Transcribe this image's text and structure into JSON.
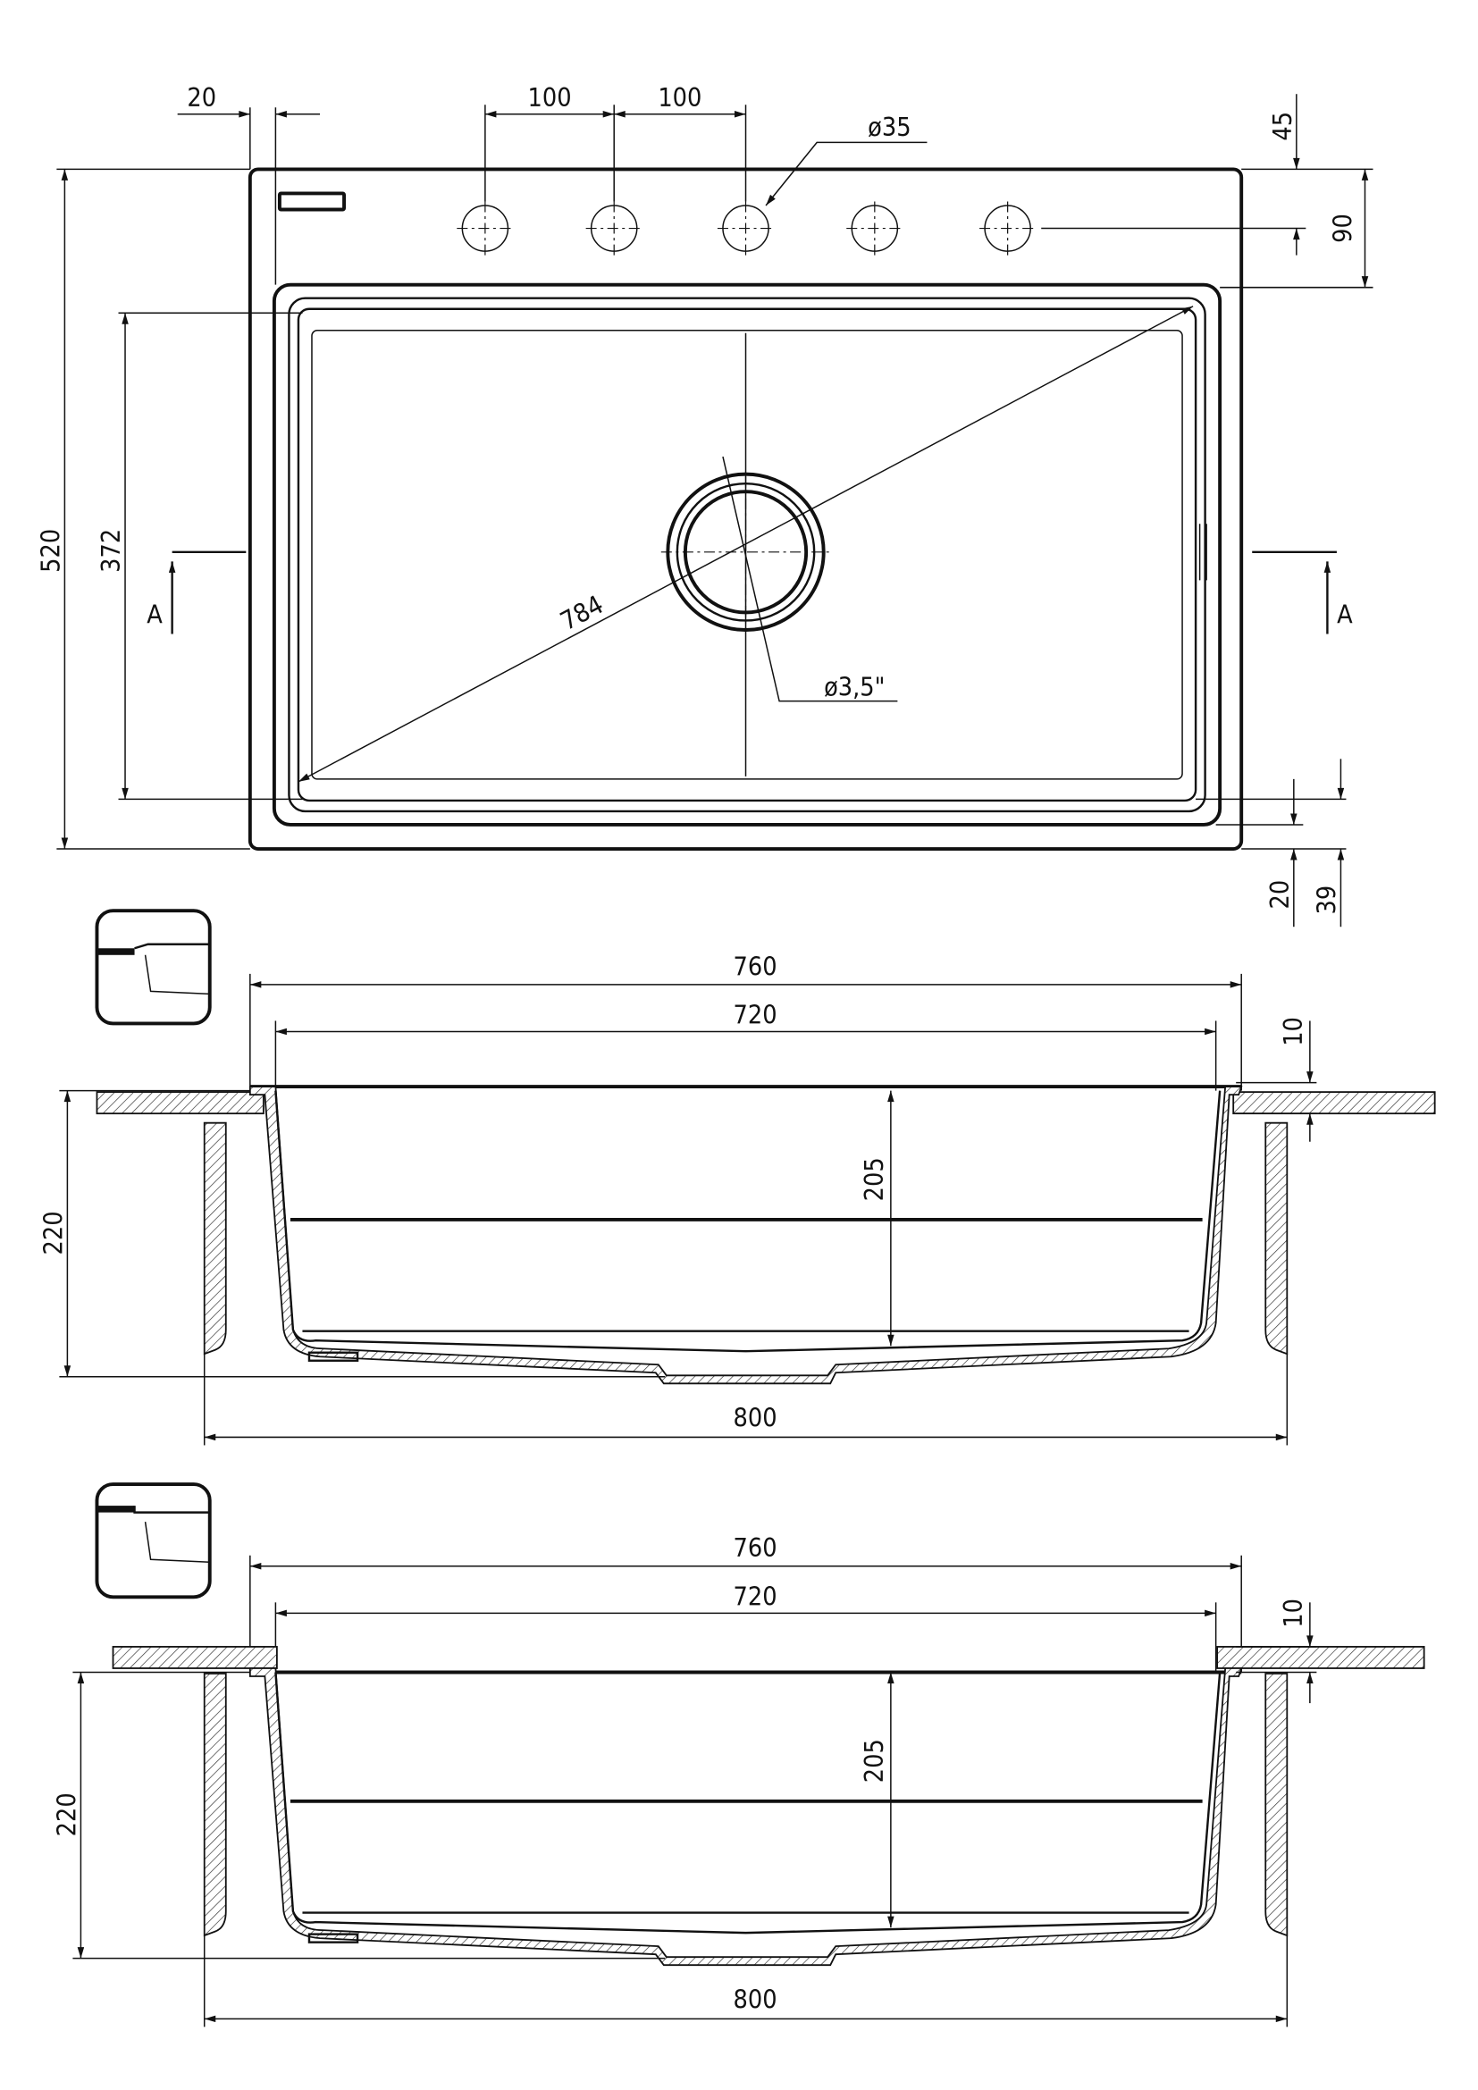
{
  "top_view": {
    "dim_rim_offset": "20",
    "dim_hole_spacing_1": "100",
    "dim_hole_spacing_2": "100",
    "dim_hole_diameter": "ø35",
    "dim_hole_row_from_top": "45",
    "dim_bowl_from_top": "90",
    "dim_total_depth": "520",
    "dim_bowl_depth": "372",
    "dim_diagonal": "784",
    "dim_drain": "ø3,5\"",
    "dim_bottom_rim": "20",
    "dim_bottom_total": "39",
    "section_marker_left": "A",
    "section_marker_right": "A"
  },
  "section_inset": {
    "dim_width_outer": "760",
    "dim_width_bowl": "720",
    "dim_rim_height": "10",
    "dim_total_height": "220",
    "dim_bowl_height": "205",
    "dim_cabinet_width": "800"
  },
  "section_flush": {
    "dim_width_outer": "760",
    "dim_width_bowl": "720",
    "dim_rim_height": "10",
    "dim_total_height": "220",
    "dim_bowl_height": "205",
    "dim_cabinet_width": "800"
  }
}
